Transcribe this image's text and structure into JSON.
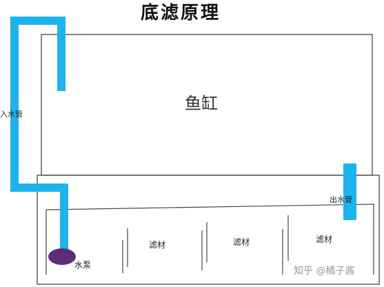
{
  "title": "底滤原理",
  "tank": {
    "label": "鱼缸"
  },
  "inlet_pipe": {
    "label": "入水管",
    "color": "#1eb3ec"
  },
  "outlet_pipe": {
    "label": "出水管",
    "color": "#1eb3ec"
  },
  "pump": {
    "label": "水泵",
    "color": "#5e2d7a"
  },
  "filter_sections": [
    {
      "label": "滤材"
    },
    {
      "label": "滤材"
    },
    {
      "label": "滤材"
    }
  ],
  "watermark": "知乎 @橘子酱"
}
